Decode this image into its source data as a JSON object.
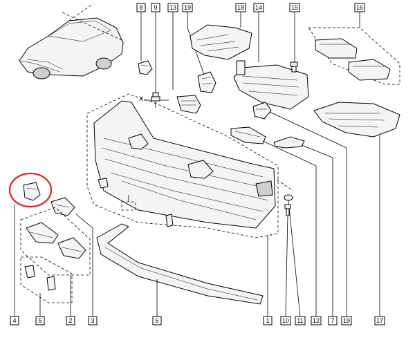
{
  "callouts": [
    {
      "id": "c8",
      "label": "8"
    },
    {
      "id": "c9",
      "label": "9"
    },
    {
      "id": "c13",
      "label": "13"
    },
    {
      "id": "c19a",
      "label": "19"
    },
    {
      "id": "c18",
      "label": "18"
    },
    {
      "id": "c14",
      "label": "14"
    },
    {
      "id": "c15",
      "label": "15"
    },
    {
      "id": "c16",
      "label": "16"
    },
    {
      "id": "c4",
      "label": "4"
    },
    {
      "id": "c5",
      "label": "5"
    },
    {
      "id": "c2",
      "label": "2"
    },
    {
      "id": "c3",
      "label": "3"
    },
    {
      "id": "c6",
      "label": "6"
    },
    {
      "id": "c1",
      "label": "1"
    },
    {
      "id": "c10",
      "label": "10"
    },
    {
      "id": "c11",
      "label": "11"
    },
    {
      "id": "c12",
      "label": "12"
    },
    {
      "id": "c7",
      "label": "7"
    },
    {
      "id": "c19b",
      "label": "19"
    },
    {
      "id": "c17",
      "label": "17"
    }
  ],
  "markers": {
    "x_label": "X"
  },
  "highlight": {
    "color": "#e02020",
    "target": "4"
  }
}
